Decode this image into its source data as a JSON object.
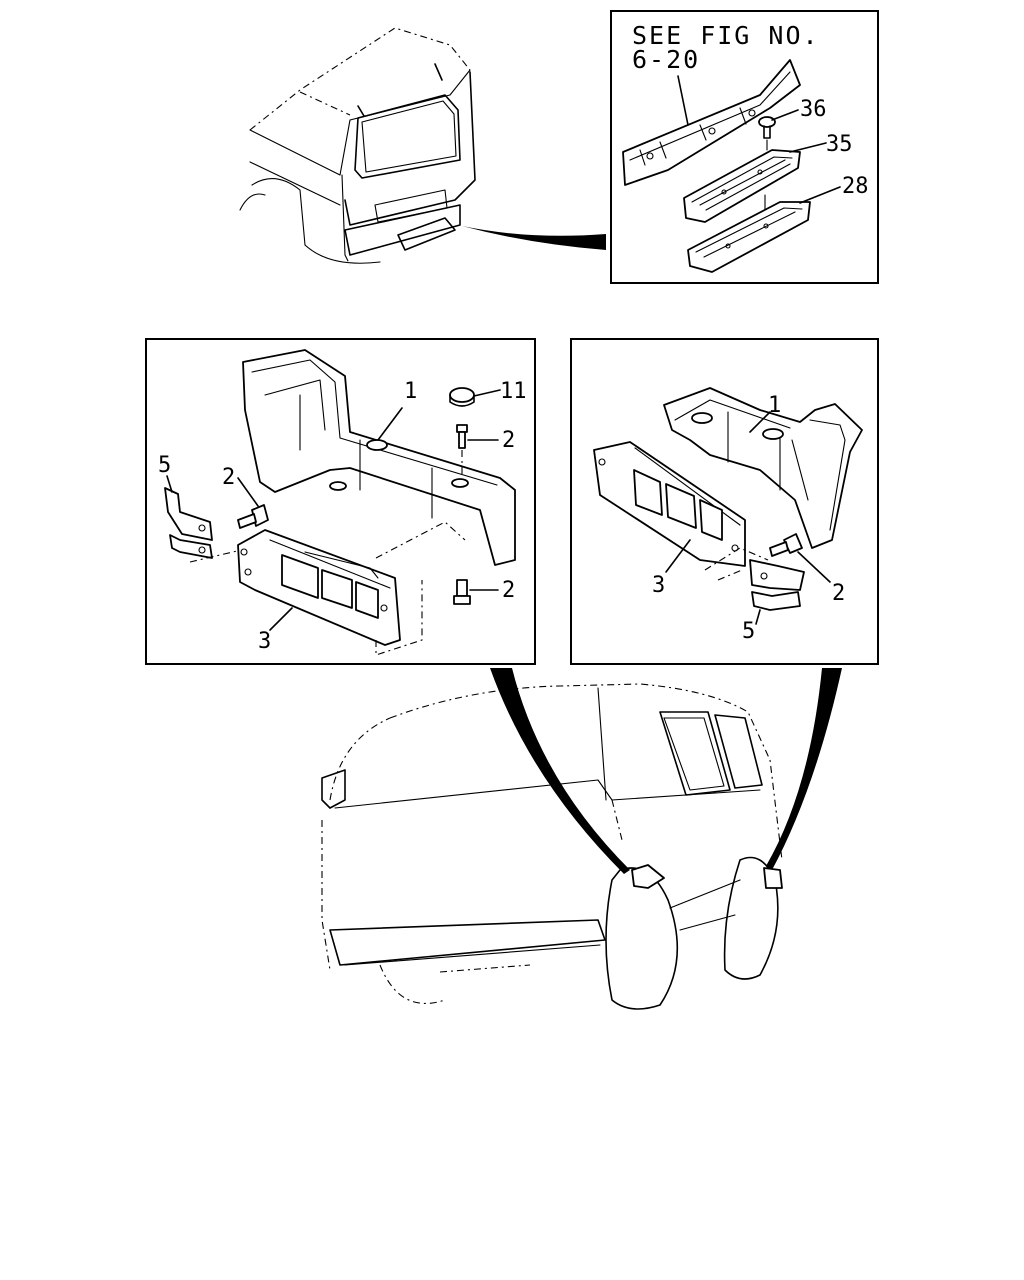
{
  "inset_note": {
    "line1": "SEE FIG NO.",
    "line2": "6-20"
  },
  "callouts": {
    "step_inset": [
      "36",
      "35",
      "28"
    ],
    "left_panel": [
      "1",
      "11",
      "2",
      "2",
      "2",
      "5",
      "3"
    ],
    "right_panel": [
      "1",
      "3",
      "2",
      "5"
    ]
  },
  "colors": {
    "line": "#000000",
    "background": "#ffffff"
  }
}
